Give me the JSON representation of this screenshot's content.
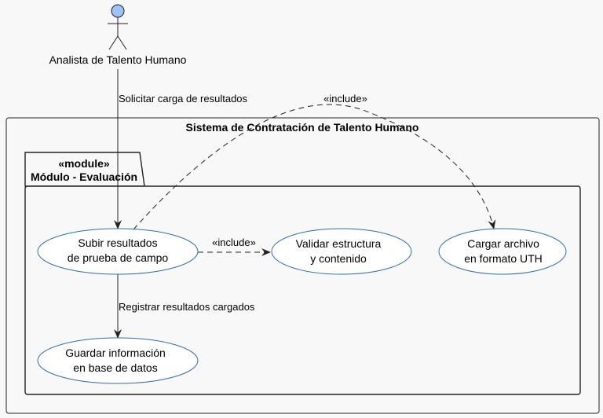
{
  "actor": {
    "name": "Analista de Talento Humano",
    "head_color": "#9cc3f5"
  },
  "system": {
    "title": "Sistema de Contratación de Talento Humano"
  },
  "package": {
    "stereotype": "«module»",
    "name": "Módulo - Evaluación"
  },
  "use_cases": {
    "subir": [
      "Subir resultados",
      "de prueba de campo"
    ],
    "validar": [
      "Validar estructura",
      "y contenido"
    ],
    "cargar": [
      "Cargar archivo",
      "en formato UTH"
    ],
    "guardar": [
      "Guardar información",
      "en base de datos"
    ]
  },
  "relations": {
    "actor_to_subir": "Solicitar carga de resultados",
    "include_validar": "«include»",
    "include_cargar": "«include»",
    "subir_to_guardar": "Registrar resultados cargados"
  },
  "colors": {
    "usecase_border": "#2e6db3",
    "usecase_fill": "#ffffff",
    "line": "#222222",
    "background": "#f8f8f8"
  }
}
